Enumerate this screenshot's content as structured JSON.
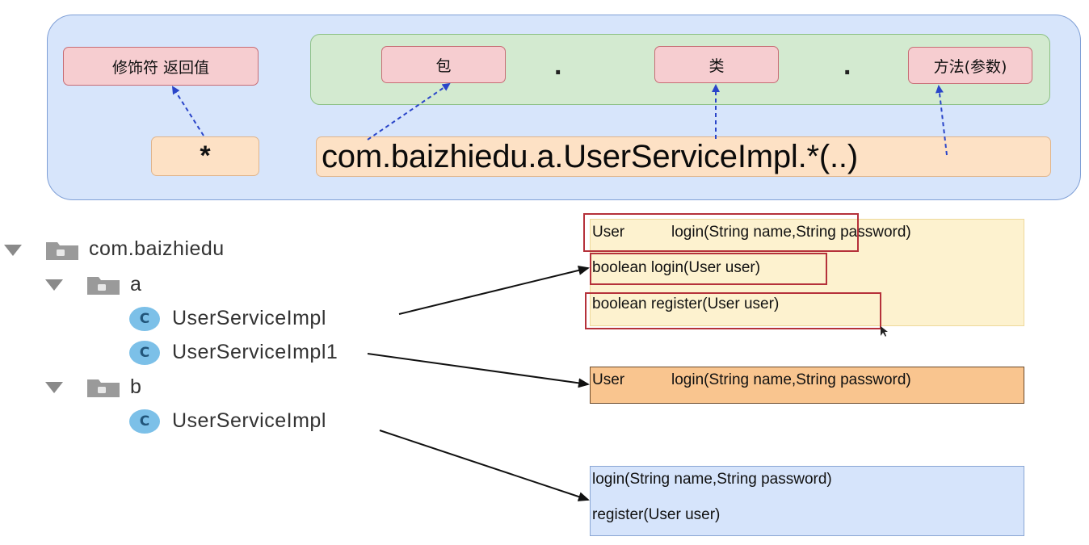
{
  "pattern": {
    "modifier_label": "修饰符 返回值",
    "package_label": "包",
    "class_label": "类",
    "method_label": "方法(参数)",
    "separator": ".",
    "star": "*",
    "expression": "com.baizhiedu.a.UserServiceImpl.*(..)"
  },
  "tree": {
    "root": "com.baizhiedu",
    "packages": [
      {
        "name": "a",
        "classes": [
          "UserServiceImpl",
          "UserServiceImpl1"
        ]
      },
      {
        "name": "b",
        "classes": [
          "UserServiceImpl"
        ]
      }
    ],
    "class_icon_letter": "C"
  },
  "methods": {
    "a_impl": {
      "line1_type": "User",
      "line1_method": "login(String name,String password)",
      "line2": "boolean login(User user)",
      "line3": "boolean register(User user)"
    },
    "a_impl1": {
      "line1_type": "User",
      "line1_method": "login(String name,String password)"
    },
    "b_impl": {
      "line1": "login(String name,String password)",
      "line2": "register(User user)"
    }
  },
  "colors": {
    "outer_bg": "#d7e5fb",
    "green_bg": "#d3ead0",
    "pink_bg": "#f6cdd0",
    "peach_bg": "#fde1c5",
    "yellow_box": "#fdf2cf",
    "orange_box": "#f9c58f",
    "blue_box": "#d6e4fb",
    "highlight": "#b5313a",
    "arrow_blue": "#2a45c9"
  }
}
